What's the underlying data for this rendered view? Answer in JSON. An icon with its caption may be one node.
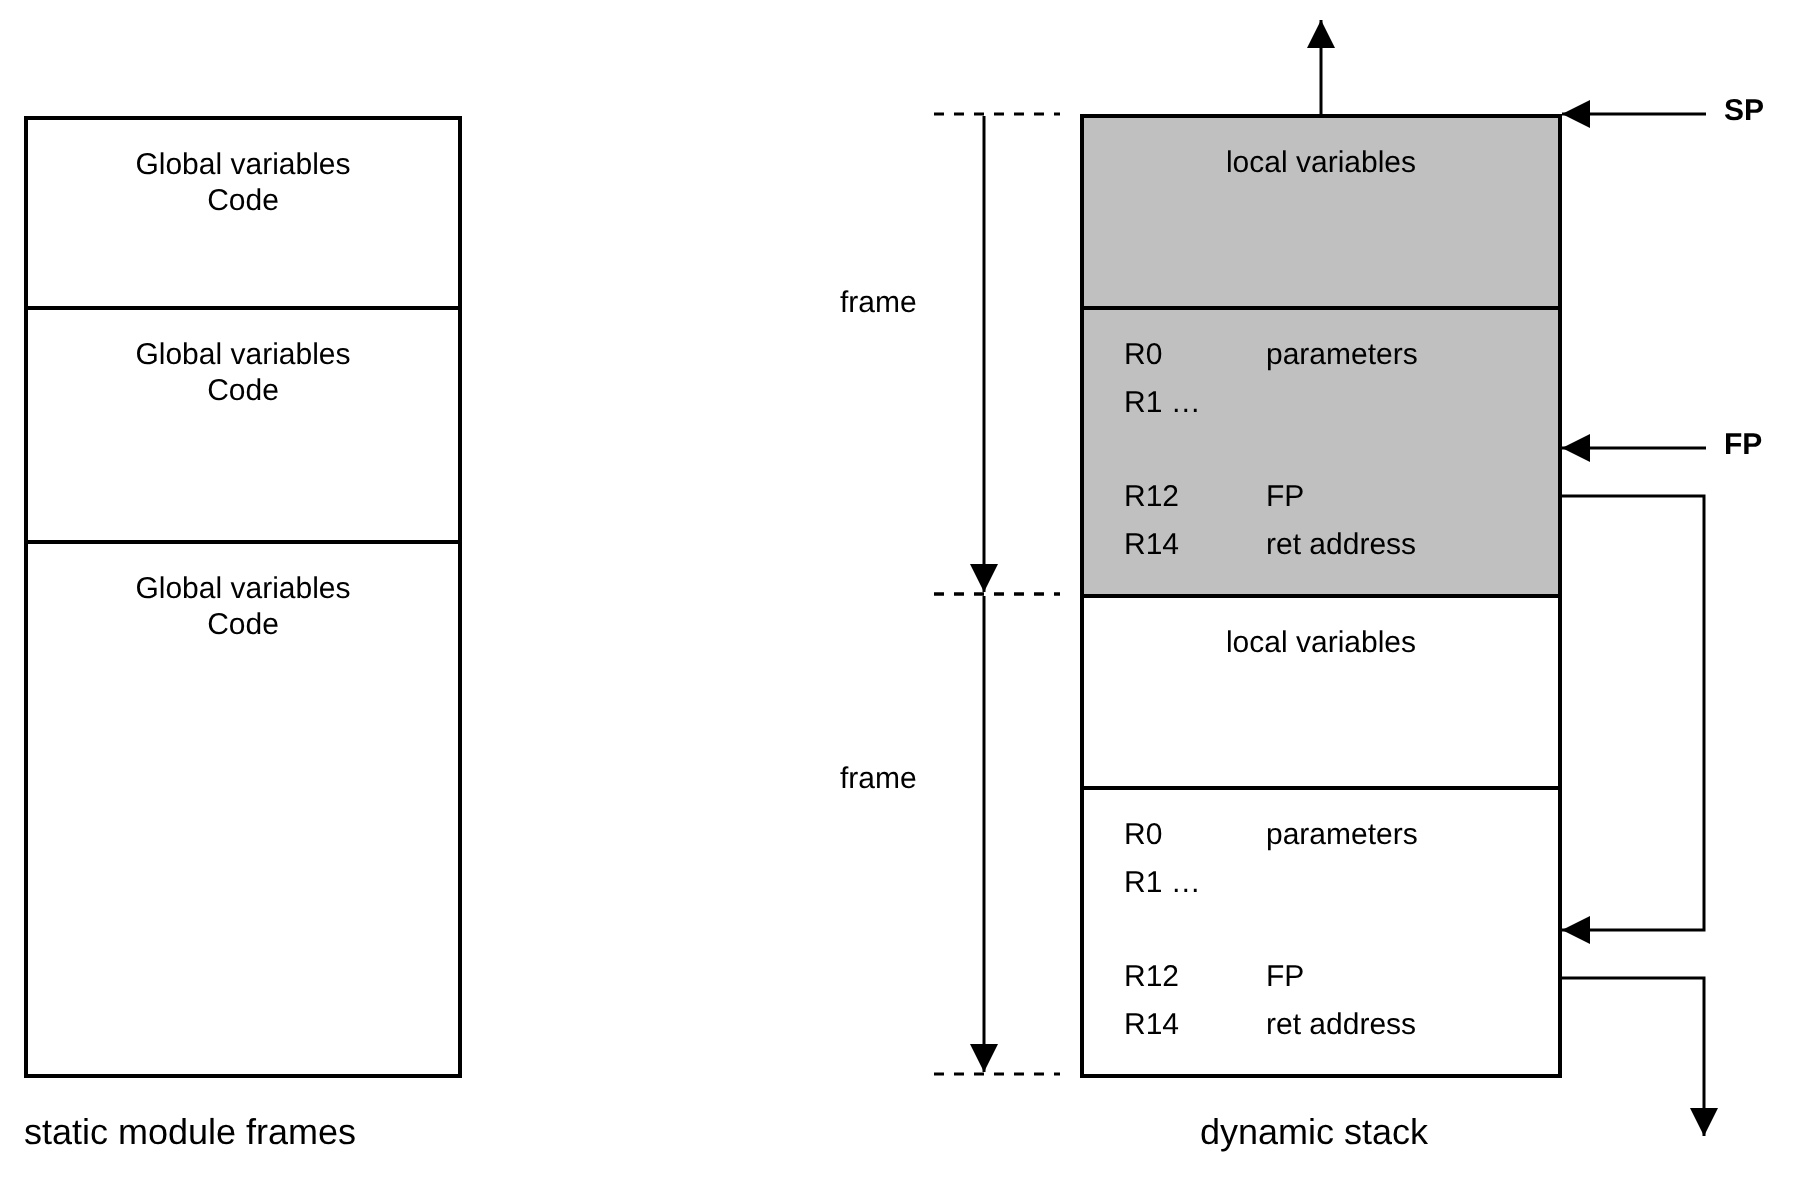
{
  "diagram": {
    "nodes": [
      {
        "text": [
          "Global variables",
          "Code"
        ]
      },
      {
        "text": [
          "Global variables",
          "Code"
        ]
      },
      {
        "text": [
          "Global variables",
          "Code"
        ]
      },
      {
        "text": [
          "local variables"
        ]
      },
      {
        "text": [
          "R0",
          "parameters",
          "R1 …",
          "R12",
          "FP",
          "R14",
          "ret address"
        ]
      },
      {
        "text": [
          "local variables"
        ]
      },
      {
        "text": [
          "R0",
          "parameters",
          "R1 …",
          "R12",
          "FP",
          "R14",
          "ret address"
        ]
      },
      {
        "text": [
          "SP"
        ]
      },
      {
        "text": [
          "FP"
        ]
      }
    ],
    "edges": [
      {
        "from": 3,
        "to": null,
        "arrow": "to"
      },
      {
        "from": 7,
        "to": 3,
        "arrow": "to"
      },
      {
        "from": 8,
        "to": 4,
        "arrow": "to"
      },
      {
        "from": 4,
        "to": 6,
        "arrow": "to"
      },
      {
        "from": 6,
        "to": null,
        "arrow": "to"
      }
    ],
    "labels": [
      "frame",
      "frame",
      "static module frames",
      "dynamic stack"
    ]
  }
}
